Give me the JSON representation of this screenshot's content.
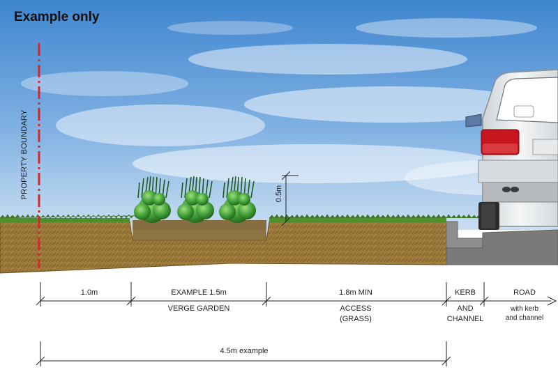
{
  "title": "Example only",
  "property_boundary_label": "PROPERTY BOUNDARY",
  "planting_depth_label": "0.5m",
  "dimensions": {
    "verge_width": "1.0m",
    "garden_width": "EXAMPLE 1.5m",
    "garden_name": "VERGE GARDEN",
    "access_width": "1.8m MIN",
    "access_name_1": "ACCESS",
    "access_name_2": "(GRASS)",
    "kerb_1": "KERB",
    "kerb_2": "AND",
    "kerb_3": "CHANNEL",
    "road_1": "ROAD",
    "road_2": "with kerb",
    "road_3": "and channel",
    "total_width": "4.5m example"
  },
  "colors": {
    "sky_top": "#3f86cf",
    "sky_bottom": "#bcd7f0",
    "soil": "#9c7a3c",
    "grass": "#4f8f2e",
    "boundary_line": "#d9242b",
    "kerb": "#8e8e8e",
    "road": "#7a7a7a",
    "car_body": "#eceeee",
    "tail_light": "#c8161e"
  },
  "icons": [
    "plant-icon",
    "car-icon"
  ]
}
